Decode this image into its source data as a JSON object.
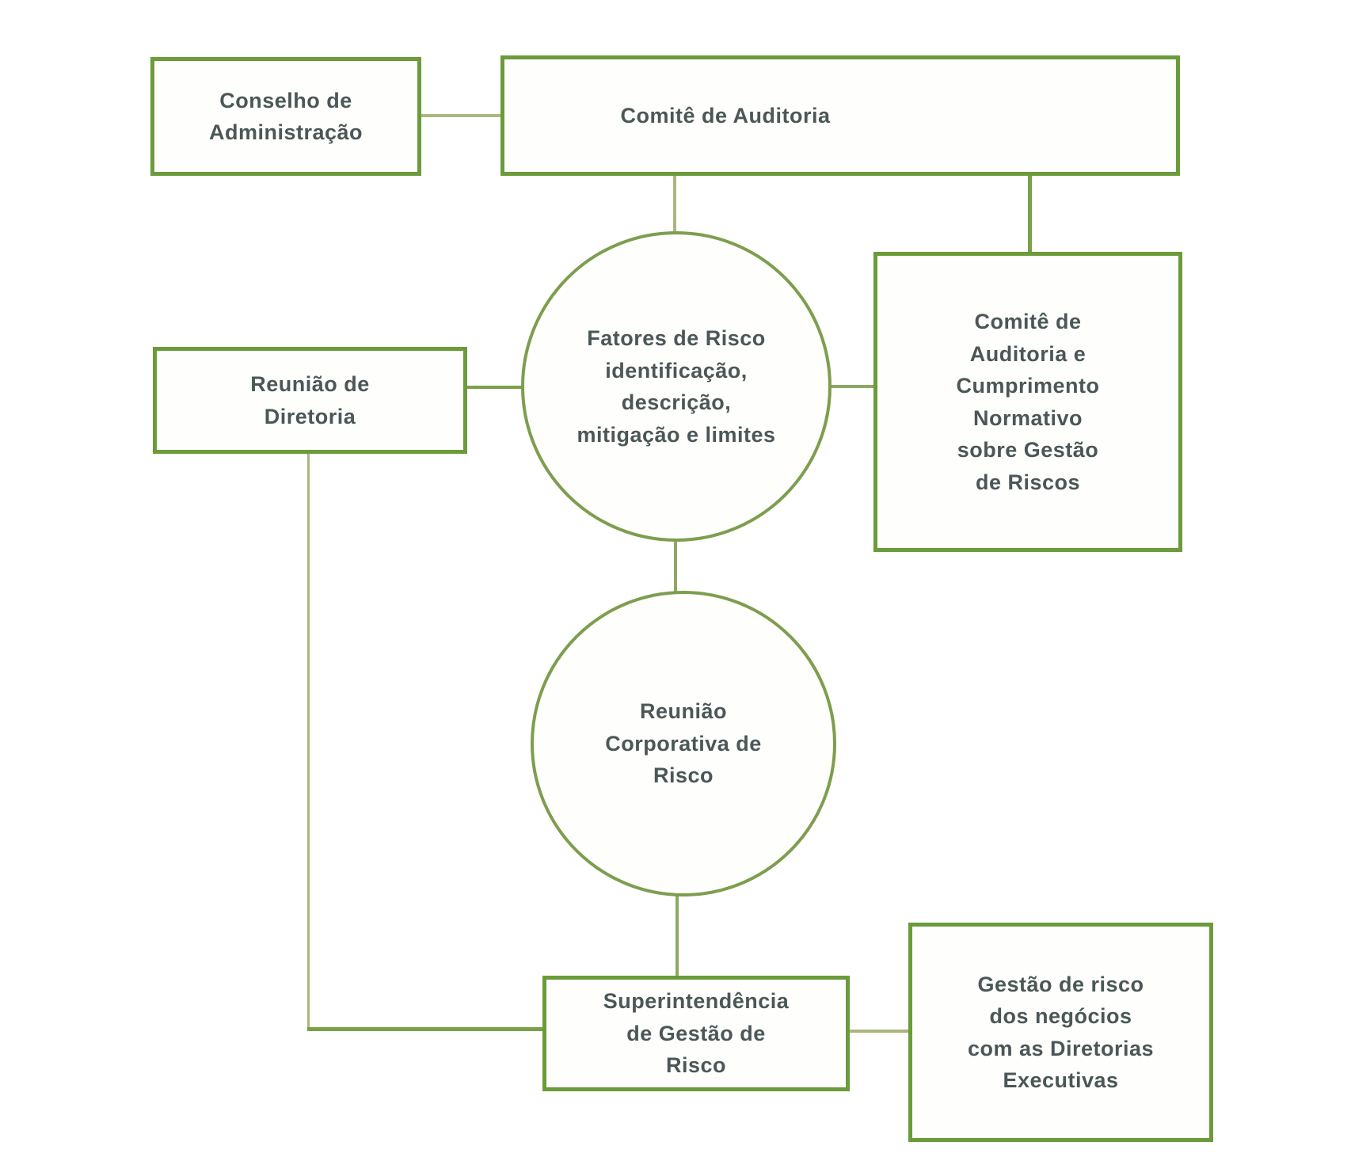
{
  "diagram": {
    "colors": {
      "background": "#ffffff",
      "box_border": "#6b9b3a",
      "circle_border": "#7d9e4e",
      "connector": "#8fa863",
      "connector_light": "#a9b77e",
      "connector_dark": "#79a147",
      "text": "#4b5757"
    },
    "nodes": {
      "conselho": {
        "label": "Conselho de\nAdministração"
      },
      "comite_auditoria": {
        "label": "Comitê de Auditoria"
      },
      "reuniao_diretoria": {
        "label": "Reunião de\nDiretoria"
      },
      "fatores_risco": {
        "label": "Fatores de Risco\nidentificação,\ndescrição,\nmitigação e limites"
      },
      "comite_cumprimento": {
        "label": "Comitê de\nAuditoria e\nCumprimento\nNormativo\nsobre Gestão\nde Riscos"
      },
      "reuniao_corporativa": {
        "label": "Reunião\nCorporativa de\nRisco"
      },
      "superintendencia": {
        "label": "Superintendência\nde Gestão de\nRisco"
      },
      "gestao_negocios": {
        "label": "Gestão de risco\ndos negócios\ncom as Diretorias\nExecutivas"
      }
    }
  }
}
